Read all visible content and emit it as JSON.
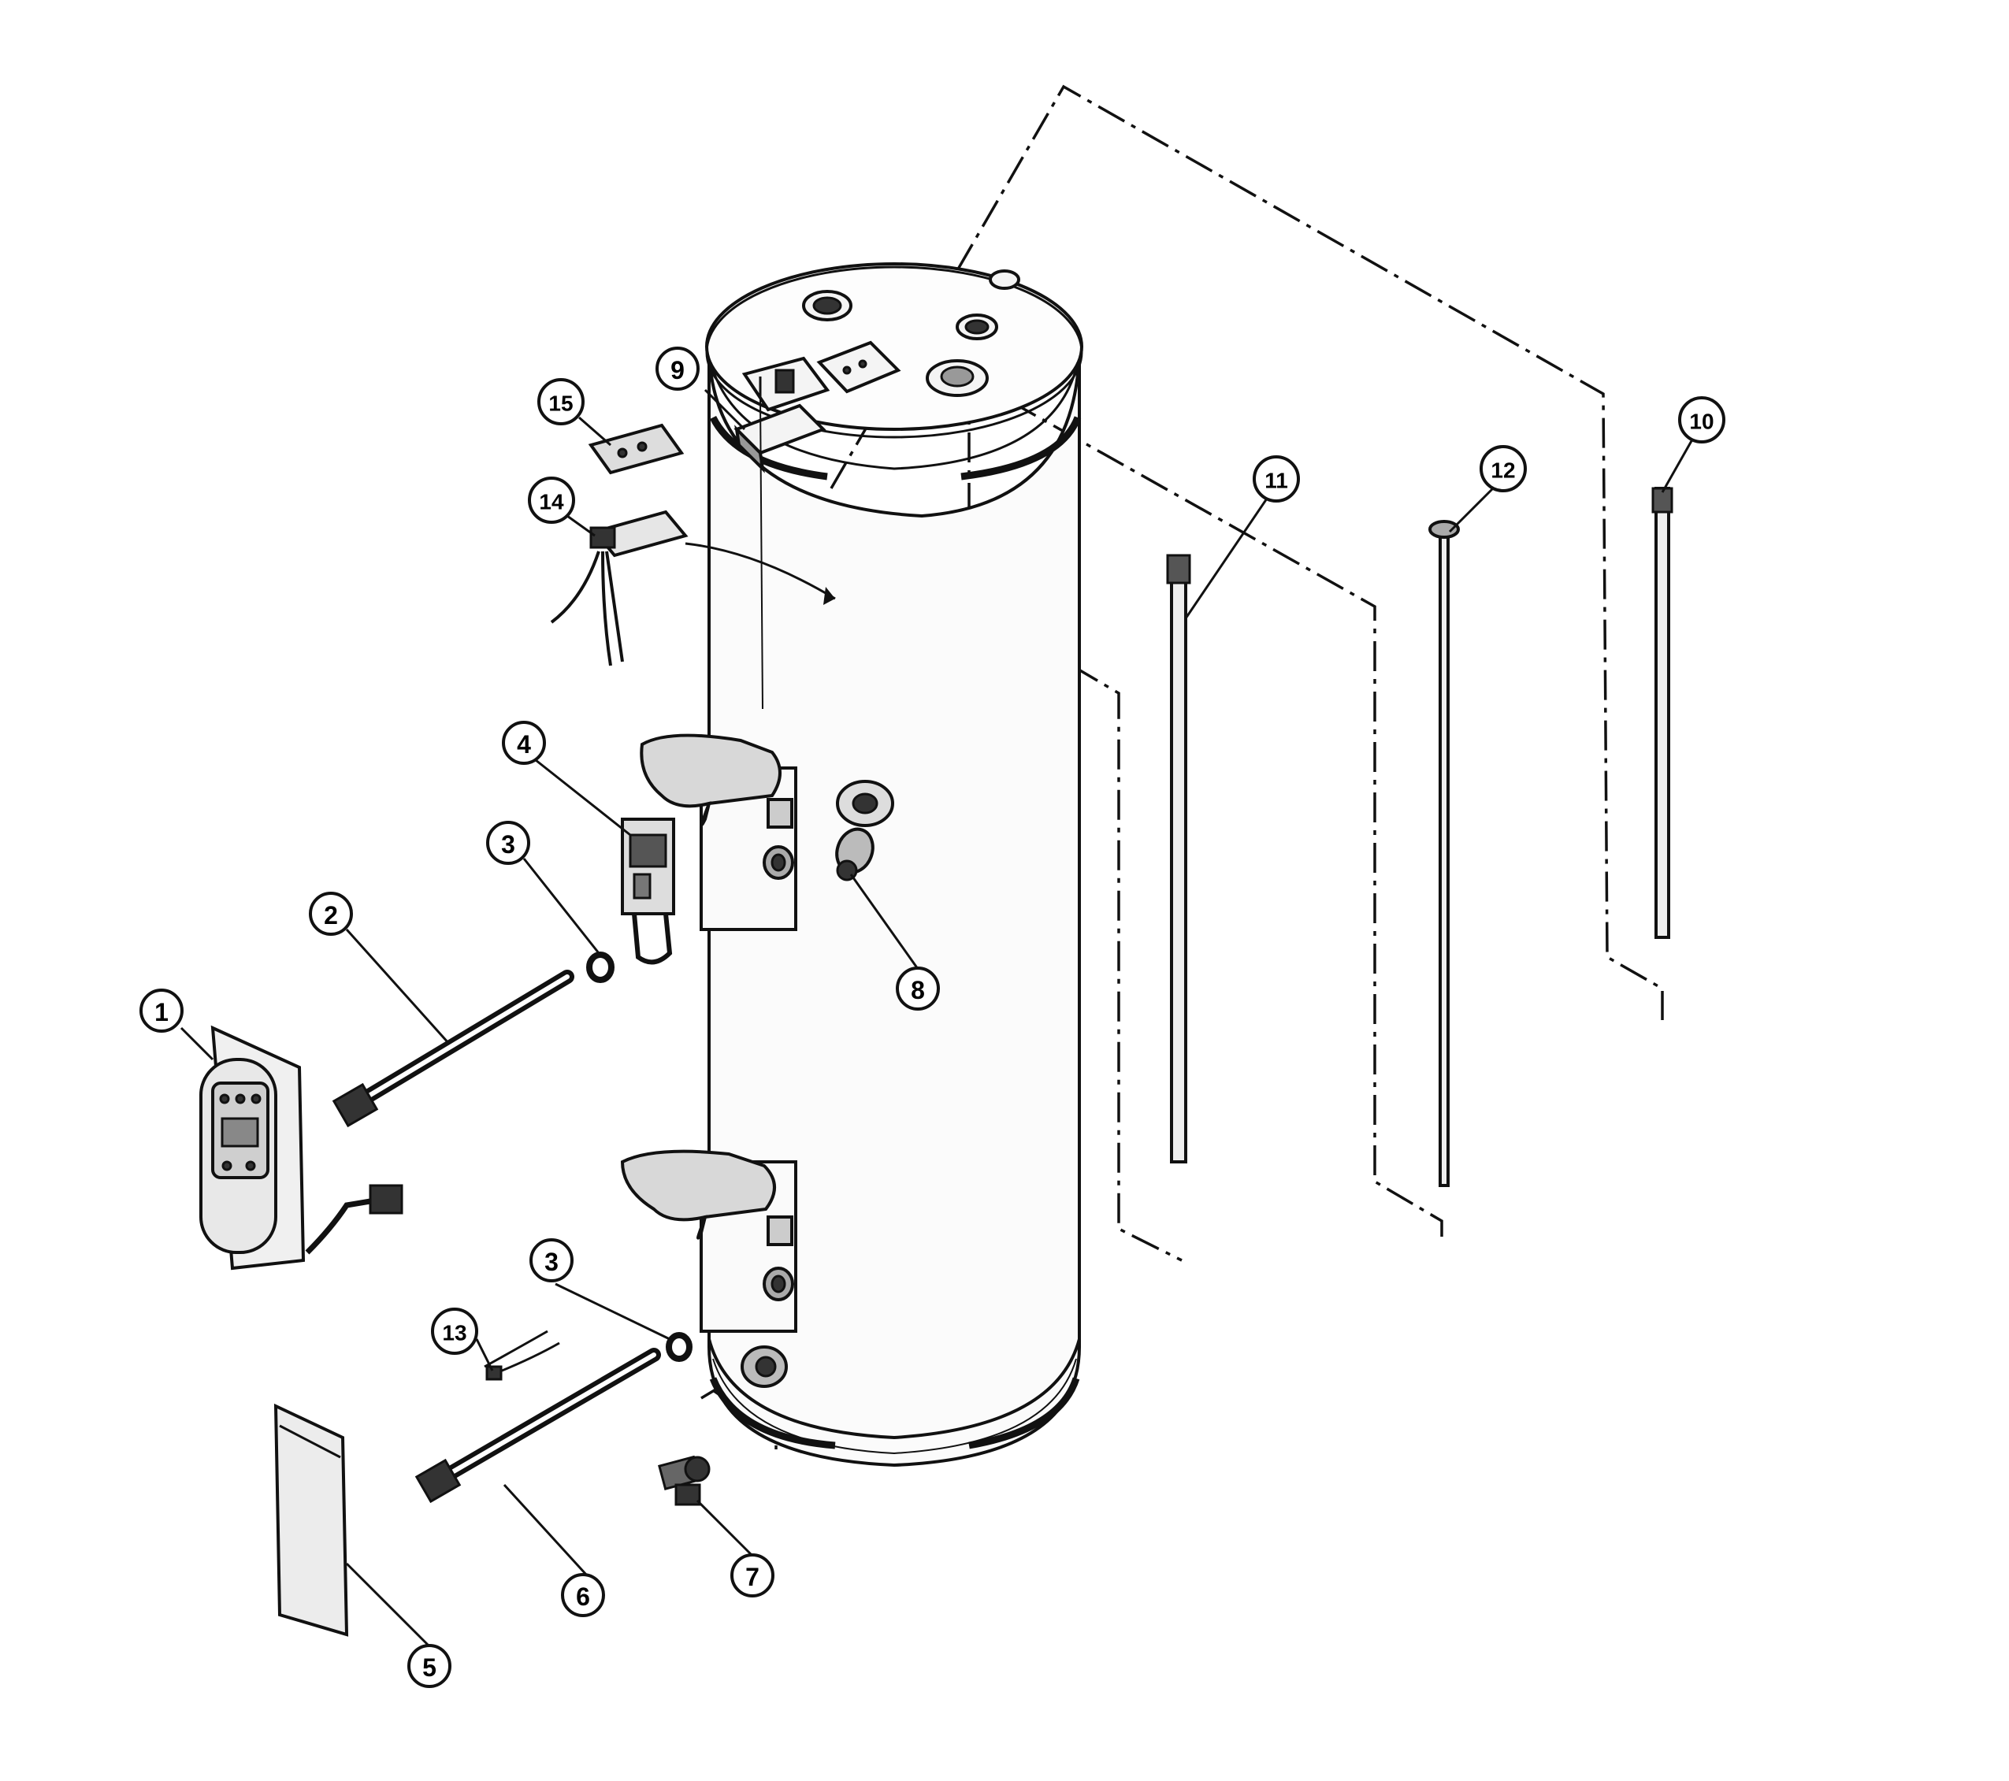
{
  "callouts": [
    {
      "id": "1",
      "label": "1"
    },
    {
      "id": "2",
      "label": "2"
    },
    {
      "id": "3a",
      "label": "3"
    },
    {
      "id": "3b",
      "label": "3"
    },
    {
      "id": "4",
      "label": "4"
    },
    {
      "id": "5",
      "label": "5"
    },
    {
      "id": "6",
      "label": "6"
    },
    {
      "id": "7",
      "label": "7"
    },
    {
      "id": "8",
      "label": "8"
    },
    {
      "id": "9",
      "label": "9"
    },
    {
      "id": "10",
      "label": "10"
    },
    {
      "id": "11",
      "label": "11"
    },
    {
      "id": "12",
      "label": "12"
    },
    {
      "id": "13",
      "label": "13"
    },
    {
      "id": "14",
      "label": "14"
    },
    {
      "id": "15",
      "label": "15"
    }
  ],
  "colors": {
    "ink": "#111111",
    "paper": "#ffffff",
    "shade": "#999999"
  }
}
